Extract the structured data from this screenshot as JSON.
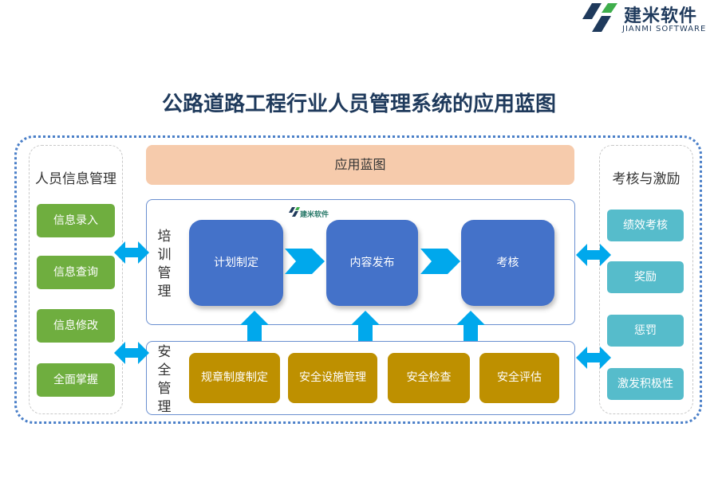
{
  "logo": {
    "name": "建米软件",
    "sub": "JIANMI SOFTWARE"
  },
  "title": "公路道路工程行业人员管理系统的应用蓝图",
  "left_panel": {
    "title": "人员信息管理",
    "items": [
      "信息录入",
      "信息查询",
      "信息修改",
      "全面掌握"
    ]
  },
  "right_panel": {
    "title": "考核与激励",
    "items": [
      "绩效考核",
      "奖励",
      "惩罚",
      "激发积极性"
    ]
  },
  "banner": "应用蓝图",
  "training": {
    "label": "培训管理",
    "steps": [
      "计划制定",
      "内容发布",
      "考核"
    ]
  },
  "safety": {
    "label": "安全管理",
    "items": [
      "规章制度制定",
      "安全设施管理",
      "安全检查",
      "安全评估"
    ]
  },
  "watermark": "建米软件",
  "colors": {
    "title": "#1f3a5c",
    "green": "#6fae3f",
    "teal": "#56bccb",
    "banner": "#f6cbac",
    "blue": "#4472c9",
    "gold": "#be9000",
    "arrow": "#00a8ec",
    "dotted_border": "#4a7fc8"
  }
}
